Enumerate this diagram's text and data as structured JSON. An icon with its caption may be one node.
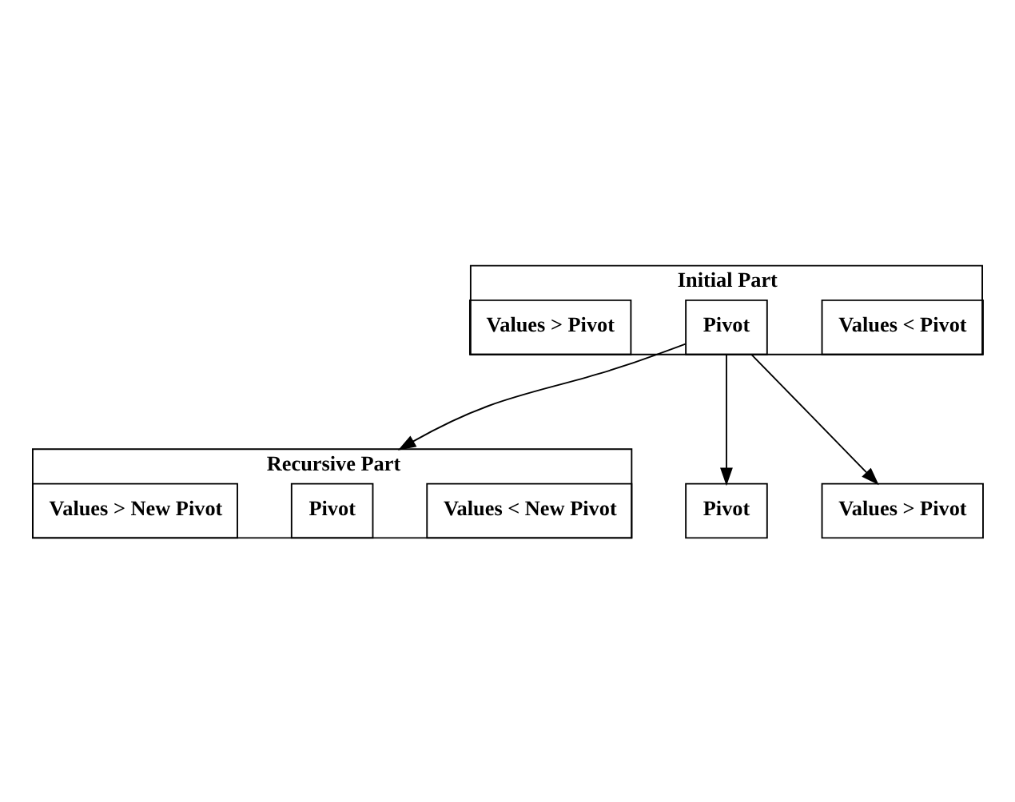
{
  "diagram": {
    "nodes": [
      {
        "text": [
          "Initial Part"
        ]
      },
      {
        "text": [
          "Values < Pivot"
        ],
        "in": 0
      },
      {
        "text": [
          "Pivot"
        ],
        "in": 0
      },
      {
        "text": [
          "Values > Pivot"
        ],
        "in": 0
      },
      {
        "text": [
          "Recursive Part"
        ]
      },
      {
        "text": [
          "Values < New Pivot"
        ],
        "in": 4
      },
      {
        "text": [
          "Pivot"
        ],
        "in": 4
      },
      {
        "text": [
          "Values > New Pivot"
        ],
        "in": 4
      },
      {
        "text": [
          "Pivot"
        ]
      },
      {
        "text": [
          "Values > Pivot"
        ]
      }
    ],
    "edges": [
      {
        "from": 0,
        "to": 4,
        "arrow": "to"
      },
      {
        "from": 0,
        "to": 8,
        "arrow": "to"
      },
      {
        "from": 0,
        "to": 9,
        "arrow": "to"
      }
    ]
  }
}
